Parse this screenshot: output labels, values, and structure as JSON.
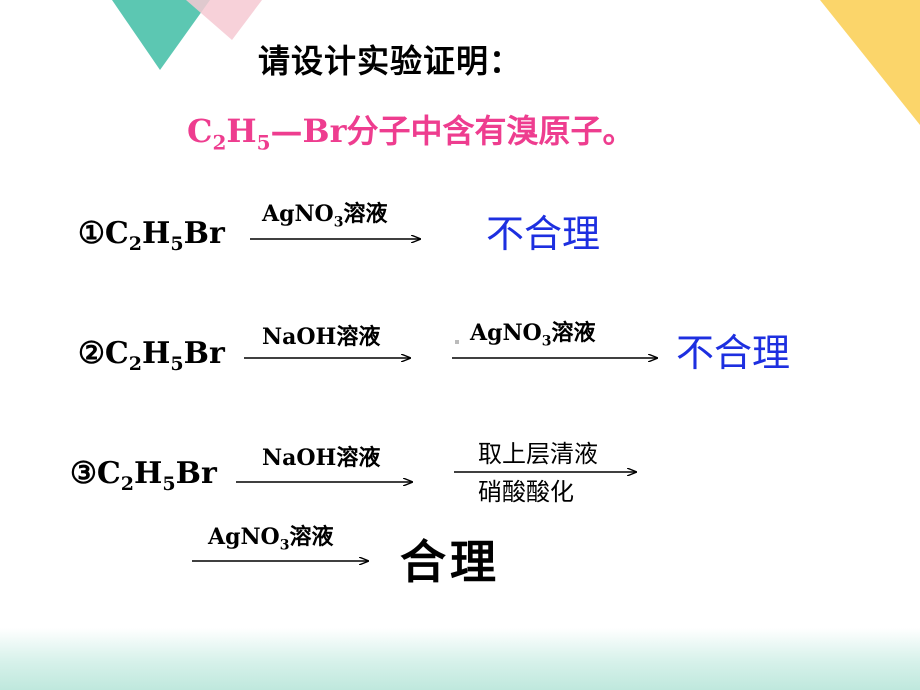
{
  "title": "请设计实验证明：",
  "subtitle": {
    "c": "C",
    "c_sub": "2",
    "h": "H",
    "h_sub": "5",
    "rest": "—Br",
    "tail": "分子中含有溴原子。"
  },
  "methods": [
    {
      "marker": "①",
      "formula": {
        "c": "C",
        "c_sub": "2",
        "h": "H",
        "h_sub": "5",
        "br": "Br"
      },
      "reagent": {
        "prefix": "AgNO",
        "sub": "3",
        "suffix": "溶液"
      },
      "verdict": "不合理"
    },
    {
      "marker": "②",
      "formula": {
        "c": "C",
        "c_sub": "2",
        "h": "H",
        "h_sub": "5",
        "br": "Br"
      },
      "reagent1": {
        "prefix": "NaOH",
        "suffix": "溶液"
      },
      "reagent2": {
        "prefix": "AgNO",
        "sub": "3",
        "suffix": "溶液"
      },
      "verdict": "不合理"
    },
    {
      "marker": "③",
      "formula": {
        "c": "C",
        "c_sub": "2",
        "h": "H",
        "h_sub": "5",
        "br": "Br"
      },
      "reagent1": {
        "prefix": "NaOH",
        "suffix": "溶液"
      },
      "condition_line1": "取上层清液",
      "condition_line2": "硝酸酸化",
      "reagent2": {
        "prefix": "AgNO",
        "sub": "3",
        "suffix": "溶液"
      },
      "verdict": "合理"
    }
  ],
  "colors": {
    "subtitle": "#ee3d8f",
    "verdict_blue": "#1d2fe0",
    "deco_teal": "#5cc7b2",
    "deco_pink": "#f6c9d2",
    "deco_yellow": "#fbd56a"
  }
}
